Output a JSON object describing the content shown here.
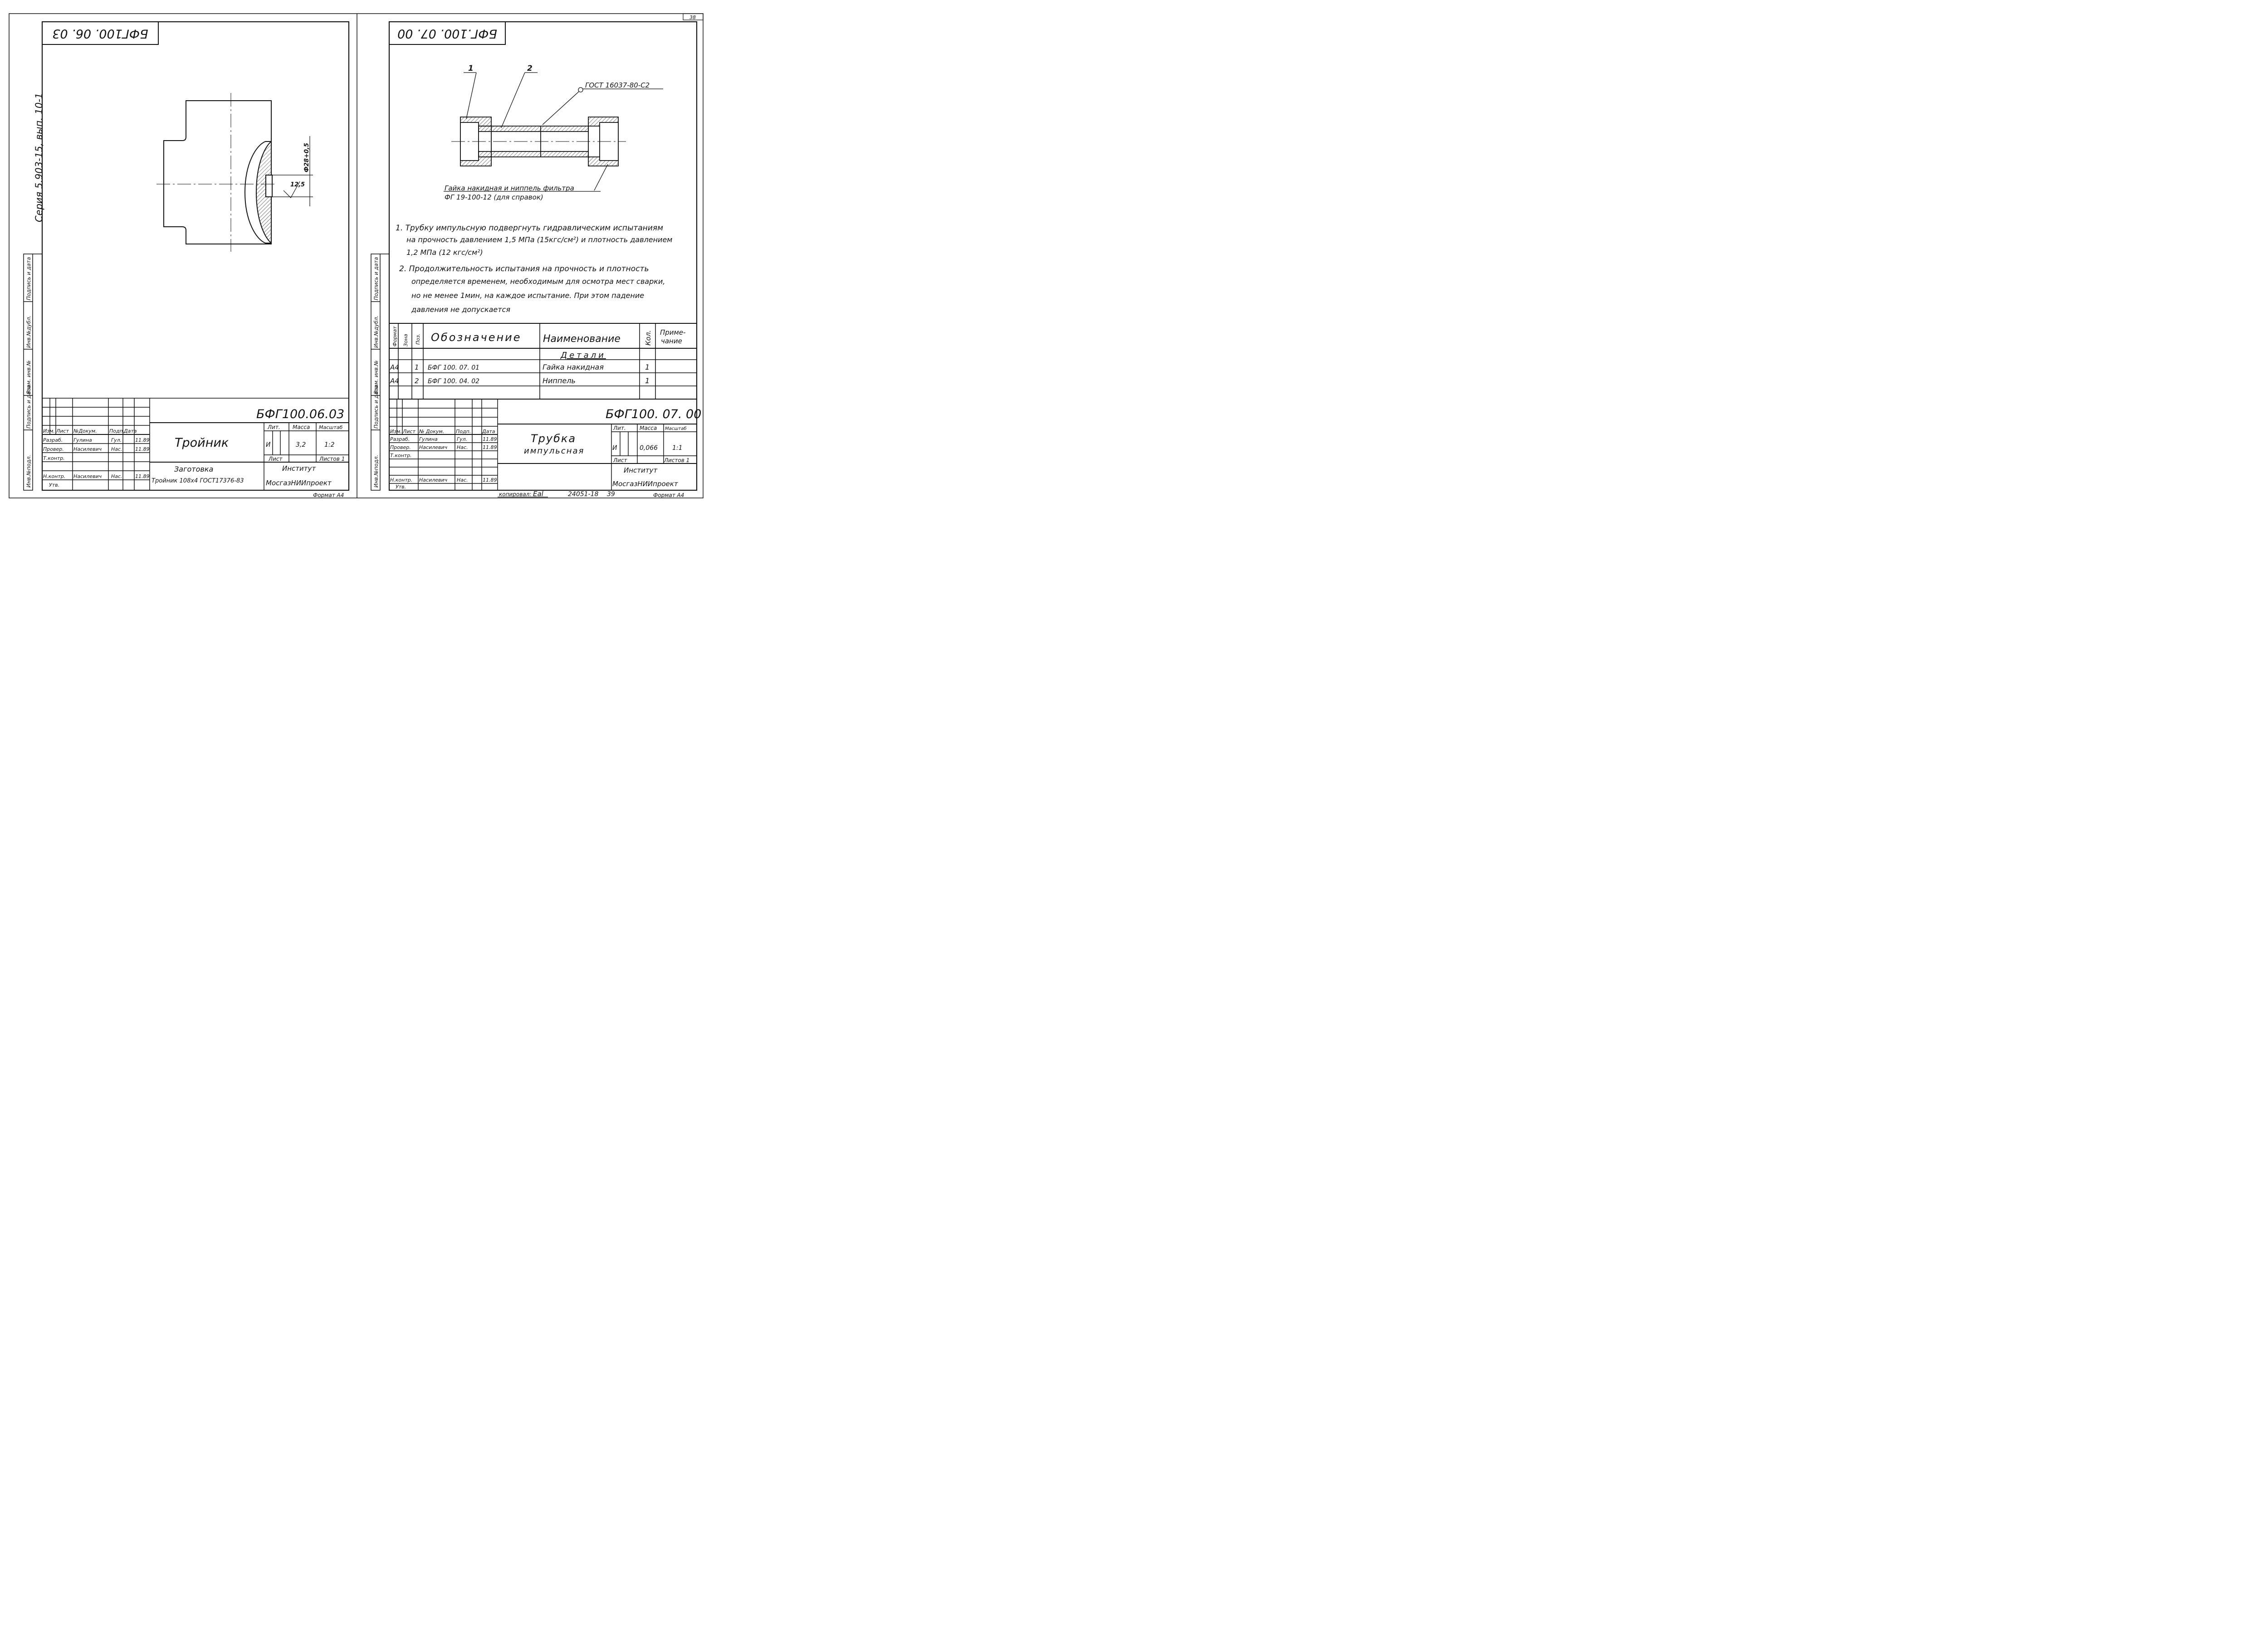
{
  "page": {
    "series_label": "Серия 5.903-15, вып. 10-1",
    "corner_number": "38",
    "copied_by": "копировал:",
    "copier_sign": "Еаl",
    "inventory_number": "24051-18",
    "page_number": "39"
  },
  "side_columns": [
    "Инв.№подл.",
    "Подпись и дата",
    "Взам. инв.№",
    "Инв.№дубл.",
    "Подпись и дата"
  ],
  "left_sheet": {
    "stamp_code": "БФГ100. 06. 03",
    "dimension_diameter": "Ф28+0,5",
    "dimension_roughness": "12,5",
    "title_block": {
      "code": "БФГ100.06.03",
      "name": "Тройник",
      "headers": {
        "izm": "Изм.",
        "list": "Лист",
        "doc": "№Докум.",
        "sign": "Подп.",
        "date": "Дата"
      },
      "rows": [
        {
          "role": "Разраб.",
          "person": "Гулина",
          "sign": "Гул.",
          "date": "11.89"
        },
        {
          "role": "Провер.",
          "person": "Насилевич",
          "sign": "Нас.",
          "date": "11.89"
        },
        {
          "role": "Т.контр.",
          "person": "",
          "sign": "",
          "date": ""
        },
        {
          "role": "Н.контр.",
          "person": "Насилевич",
          "sign": "Нас.",
          "date": "11.89"
        },
        {
          "role": "Утв.",
          "person": "",
          "sign": "",
          "date": ""
        }
      ],
      "lit_label": "Лит.",
      "mass_label": "Масса",
      "scale_label": "Масштаб",
      "lit_value": "И",
      "mass_value": "3,2",
      "scale_value": "1:2",
      "sheet_label": "Лист",
      "sheets_label": "Листов 1",
      "material_line1": "Заготовка",
      "material_line2": "Тройник 108х4 ГОСТ17376-83",
      "org_line1": "Институт",
      "org_line2": "МосгазНИИпроект",
      "format": "Формат А4"
    }
  },
  "right_sheet": {
    "stamp_code": "БФГ.100. 07. 00",
    "callout_1": "1",
    "callout_2": "2",
    "weld_standard": "ГОСТ 16037-80-С2",
    "reference_line1": "Гайка накидная и ниппель фильтра",
    "reference_line2": "ФГ 19-100-12  (для справок)",
    "notes": [
      "1.  Трубку импульсную подвергнуть гидравлическим испытаниям",
      "на прочность давлением 1,5 МПа (15кгс/см²) и плотность давлением",
      "1,2 МПа (12 кгс/см²)",
      "2.  Продолжительность испытания на прочность и плотность",
      "определяется временем, необходимым для осмотра мест сварки,",
      "но не менее 1мин, на каждое испытание. При этом падение",
      "давления не допускается"
    ],
    "spec_table": {
      "headers": [
        "Формат",
        "Зона",
        "Поз.",
        "Обозначение",
        "Наименование",
        "Кол.",
        "Приме-",
        "чание"
      ],
      "section": "Детали",
      "rows": [
        {
          "format": "А4",
          "pos": "1",
          "code": "БФГ 100. 07. 01",
          "name": "Гайка накидная",
          "qty": "1"
        },
        {
          "format": "А4",
          "pos": "2",
          "code": "БФГ 100. 04. 02",
          "name": "Ниппель",
          "qty": "1"
        }
      ]
    },
    "title_block": {
      "code": "БФГ100. 07. 00",
      "name_line1": "Трубка",
      "name_line2": "импульсная",
      "headers": {
        "izm": "Изм.",
        "list": "Лист",
        "doc": "№ Докум.",
        "sign": "Подп.",
        "date": "Дата"
      },
      "rows": [
        {
          "role": "Разраб.",
          "person": "Гулина",
          "sign": "Гул.",
          "date": "11.89"
        },
        {
          "role": "Провер.",
          "person": "Насилевич",
          "sign": "Нас.",
          "date": "11.89"
        },
        {
          "role": "Т.контр.",
          "person": "",
          "sign": "",
          "date": ""
        },
        {
          "role": "Н.контр.",
          "person": "Насилевич",
          "sign": "Нас.",
          "date": "11.89"
        },
        {
          "role": "Утв.",
          "person": "",
          "sign": "",
          "date": ""
        }
      ],
      "lit_label": "Лит.",
      "mass_label": "Масса",
      "scale_label": "Масштаб",
      "lit_value": "И",
      "mass_value": "0,066",
      "scale_value": "1:1",
      "sheet_label": "Лист",
      "sheets_label": "Листов 1",
      "org_line1": "Институт",
      "org_line2": "МосгазНИИпроект",
      "format": "Формат А4"
    }
  }
}
